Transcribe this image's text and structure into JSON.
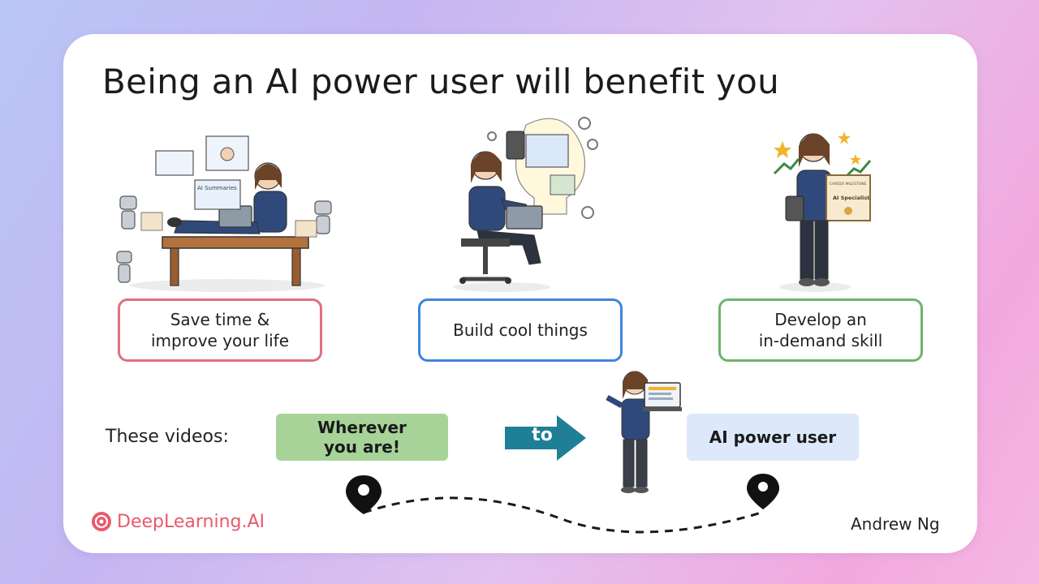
{
  "slide": {
    "title": "Being an AI power user will benefit you",
    "benefits": [
      {
        "label": "Save time &\nimprove your life",
        "border_color": "#e0707e"
      },
      {
        "label": "Build cool things",
        "border_color": "#3f84e0"
      },
      {
        "label": "Develop an\nin-demand skill",
        "border_color": "#6fb36a"
      }
    ],
    "illustration_text": {
      "screen_1": "AI Summaries",
      "certificate_1": "CAREER MILESTONE",
      "certificate_2": "AI Specialist"
    },
    "journey": {
      "label": "These videos:",
      "start": "Wherever\nyou are!",
      "arrow_label": "to",
      "end": "AI power user"
    },
    "footer": {
      "brand": "DeepLearning.AI",
      "author": "Andrew Ng"
    },
    "colors": {
      "brand": "#e85a6b",
      "arrow": "#1f7f96",
      "start_pill": "#a7d398",
      "end_pill": "#dde8fb"
    },
    "icons": [
      "map-pin-icon",
      "arrow-right-icon",
      "deeplearning-logo-icon"
    ]
  }
}
